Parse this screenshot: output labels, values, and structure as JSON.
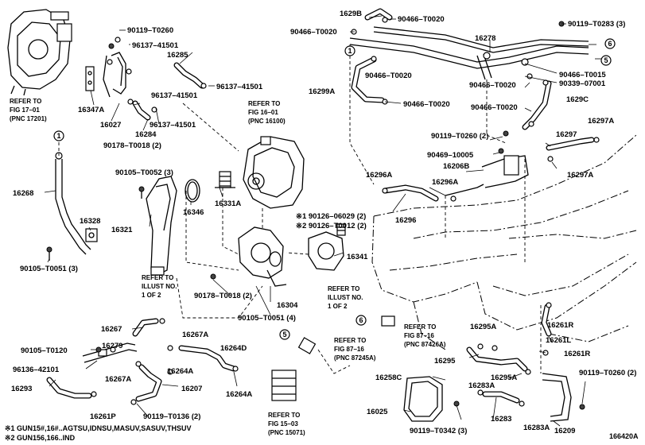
{
  "diagram_id": "166420A",
  "labels": {
    "p1629B": "1629B",
    "p90466_T0020_a": "90466–T0020",
    "p90119_T0283": "90119–T0283 (3)",
    "p90466_T0020_b": "90466–T0020",
    "p16278": "16278",
    "p90466_T0020_c": "90466–T0020",
    "p90466_T0020_d": "90466–T0020",
    "p90466_T0015": "90466–T0015",
    "p90339_07001": "90339–07001",
    "p16299A": "16299A",
    "p90466_T0020_e": "90466–T0020",
    "p90466_T0020_f": "90466–T0020",
    "p1629C": "1629C",
    "p90119_T0260_a": "90119–T0260",
    "p96137_41501_a": "96137–41501",
    "p16285": "16285",
    "p96137_41501_b": "96137–41501",
    "p96137_41501_c": "96137–41501",
    "p96137_41501_d": "96137–41501",
    "p16347A": "16347A",
    "p16027": "16027",
    "p16284": "16284",
    "p90178_T0018_a": "90178–T0018 (2)",
    "p90119_T0260_b": "90119–T0260 (2)",
    "p16297A_a": "16297A",
    "p16297": "16297",
    "p90469_10005": "90469–10005",
    "p16206B": "16206B",
    "p16297A_b": "16297A",
    "p16296A_a": "16296A",
    "p16296A_b": "16296A",
    "p16296": "16296",
    "p90105_T0052": "90105–T0052 (3)",
    "p16346": "16346",
    "p16331A": "16331A",
    "p16268": "16268",
    "p16328": "16328",
    "p16321": "16321",
    "p90105_T0051_a": "90105–T0051 (3)",
    "p190126": "※1 90126–06029 (2)",
    "p290126": "※2 90126–T0012 (2)",
    "p16341": "16341",
    "p90178_T0018_b": "90178–T0018 (2)",
    "p16304": "16304",
    "p90105_T0051_b": "90105–T0051 (4)",
    "p16267": "16267",
    "p16267A_a": "16267A",
    "p90105_T0120": "90105–T0120",
    "p16279": "16279",
    "p16264D": "16264D",
    "p96136_42101": "96136–42101",
    "p16267A_b": "16267A",
    "p16264A_a": "16264A",
    "p16293": "16293",
    "p16207": "16207",
    "p16264A_b": "16264A",
    "p16261P": "16261P",
    "p90119_T0136": "90119–T0136 (2)",
    "p16295A_a": "16295A",
    "p16261R_a": "16261R",
    "p16261L": "16261L",
    "p16261R_b": "16261R",
    "p16295": "16295",
    "p16295A_b": "16295A",
    "p90119_T0260_c": "90119–T0260 (2)",
    "p16258C": "16258C",
    "p16283A_a": "16283A",
    "p16025": "16025",
    "p16283": "16283",
    "p90119_T0342": "90119–T0342 (3)",
    "p16283A_b": "16283A",
    "p16209": "16209"
  },
  "callouts": {
    "c1a": "1",
    "c1b": "1",
    "c5a": "5",
    "c5b": "5",
    "c6a": "6",
    "c6b": "6"
  },
  "references": {
    "r17": [
      "REFER TO",
      "FIG 17–01",
      "(PNC 17201)"
    ],
    "r16": [
      "REFER TO",
      "FIG 16–01",
      "(PNC 16100)"
    ],
    "rIllusLeft": [
      "REFER TO",
      "ILLUST NO.",
      "1 OF 2"
    ],
    "rIllusRight": [
      "REFER TO",
      "ILLUST NO.",
      "1 OF 2"
    ],
    "r87a": [
      "REFER TO",
      "FIG 87–16",
      "(PNC 87426A)"
    ],
    "r87b": [
      "REFER TO",
      "FIG 87–16",
      "(PNC 87245A)"
    ],
    "r15": [
      "REFER TO",
      "FIG 15–03",
      "(PNC 15071)"
    ]
  },
  "footnotes": [
    "※1 GUN15#,16#..AGTSU,IDNSU,MASUV,SASUV,THSUV",
    "※2 GUN156,166..IND"
  ]
}
